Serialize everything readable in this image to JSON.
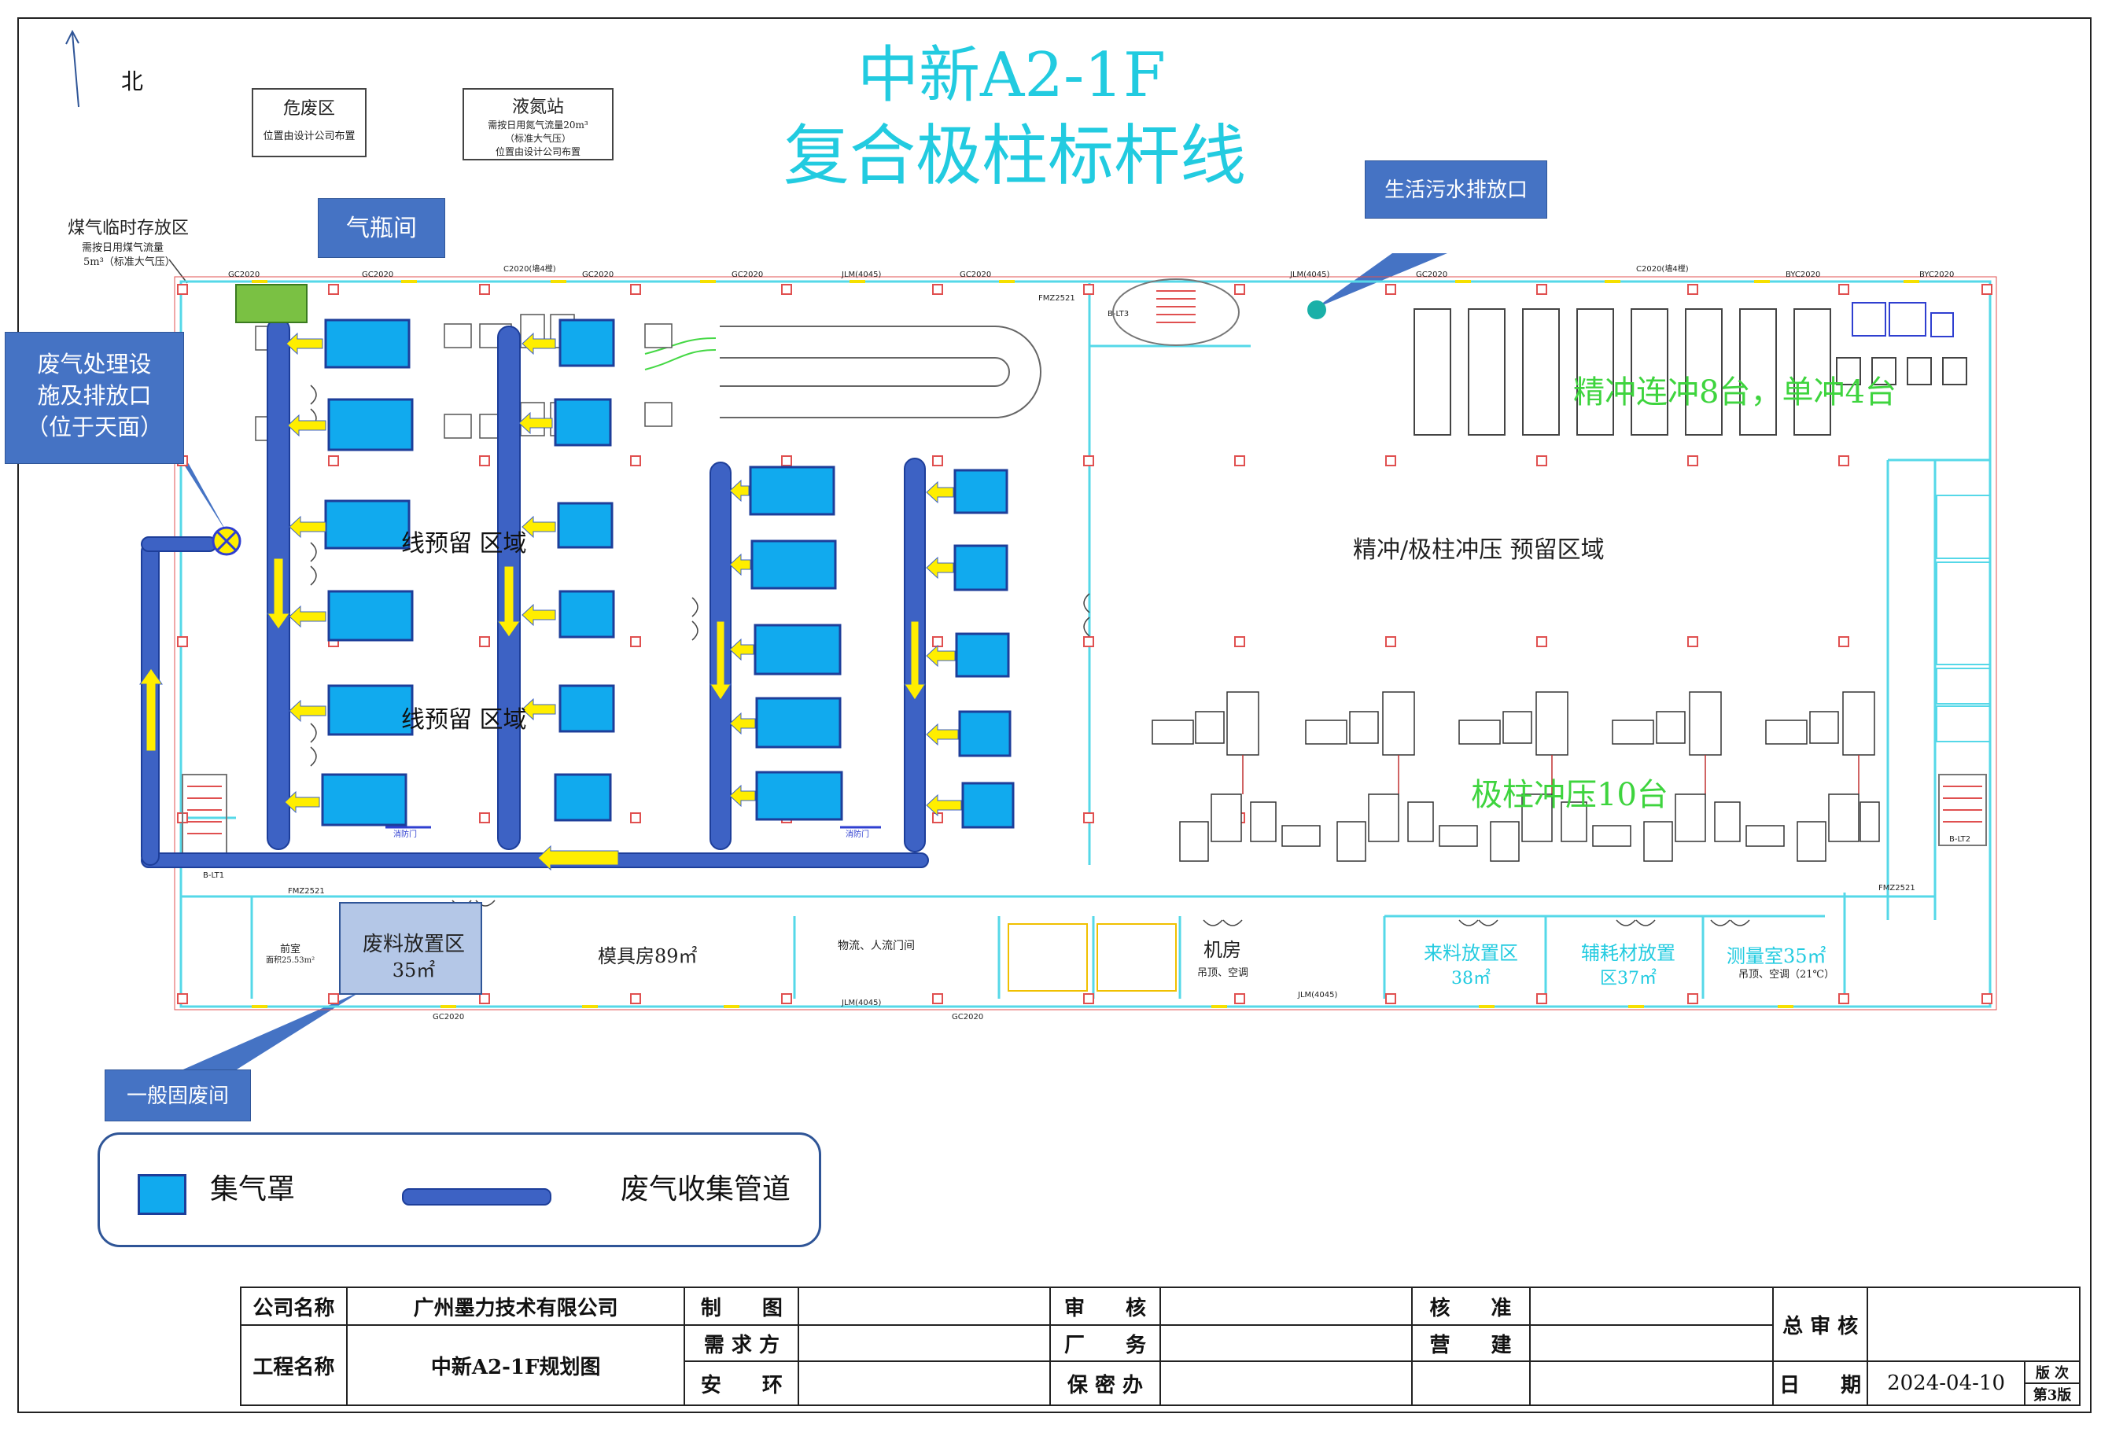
{
  "title": {
    "line1": "中新A2-1F",
    "line2": "复合极柱标杆线"
  },
  "north": {
    "label": "北"
  },
  "top_boxes": {
    "hazardous": {
      "title": "危废区",
      "note": "位置由设计公司布置"
    },
    "nitrogen": {
      "title": "液氮站",
      "note1": "需按日用氮气流量20m³",
      "note2": "（标准大气压）",
      "note3": "位置由设计公司布置"
    },
    "gas_temp": {
      "title": "煤气临时存放区",
      "note1": "需按日用煤气流量",
      "note2": "5m³（标准大气压）"
    }
  },
  "callouts": {
    "cylinder_room": "气瓶间",
    "waste_gas": {
      "line1": "废气处理设",
      "line2": "施及排放口",
      "line3": "（位于天面）"
    },
    "sewage": "生活污水排放口",
    "solid_waste": "一般固废间"
  },
  "zones": {
    "reserve_upper": "线预留  区域",
    "reserve_lower": "线预留  区域",
    "fine_punch_reserve": "精冲/极柱冲压  预留区域",
    "fine_punch_machines": "精冲连冲8台，单冲4台",
    "pole_press": "极柱冲压10台",
    "waste_storage": {
      "line1": "废料放置区",
      "line2": "35㎡"
    },
    "mold_room": "模具房89㎡",
    "logistics_door": "物流、人流门间",
    "machine_room": {
      "title": "机房",
      "sub": "吊顶、空调"
    },
    "incoming": {
      "line1": "来料放置区",
      "line2": "38㎡"
    },
    "consumables": {
      "line1": "辅耗材放置",
      "line2": "区37㎡"
    },
    "measure": {
      "line1": "测量室35㎡",
      "line2": "吊顶、空调（21℃）"
    },
    "front_room": {
      "line1": "前室",
      "line2": "面积25.53m²"
    }
  },
  "plan_labels": {
    "gc": "GC2020",
    "jlm": "JLM(4045)",
    "c2020": "C2020(墙4樘)",
    "byc": "BYC2020",
    "fmz": "FMZ2521",
    "bl1": "B-LT1",
    "bl2": "B-LT2",
    "bl3": "B-LT3",
    "fire_door": "消防门"
  },
  "legend": {
    "hood": "集气罩",
    "duct": "废气收集管道"
  },
  "title_block": {
    "company_label": "公司名称",
    "company_value": "广州墨力技术有限公司",
    "project_label": "工程名称",
    "project_value": "中新A2-1F规划图",
    "drawn": "制　　图",
    "demand": "需 求 方",
    "safety": "安　　环",
    "review": "审　　核",
    "factory": "厂　　务",
    "secrecy": "保 密 办",
    "approve": "核　　准",
    "operation": "营　　建",
    "chief": "总 审 核",
    "date_label": "日　　期",
    "date_value": "2024-04-10",
    "version_label": "版 次",
    "version_value": "第3版"
  },
  "colors": {
    "title": "#22cbe0",
    "duct": "#3d62c4",
    "hood": "#11aaee",
    "arrow": "#ffee00",
    "wall": "#55d8e8",
    "green_text": "#3ed43e",
    "callout": "#4573c4"
  }
}
